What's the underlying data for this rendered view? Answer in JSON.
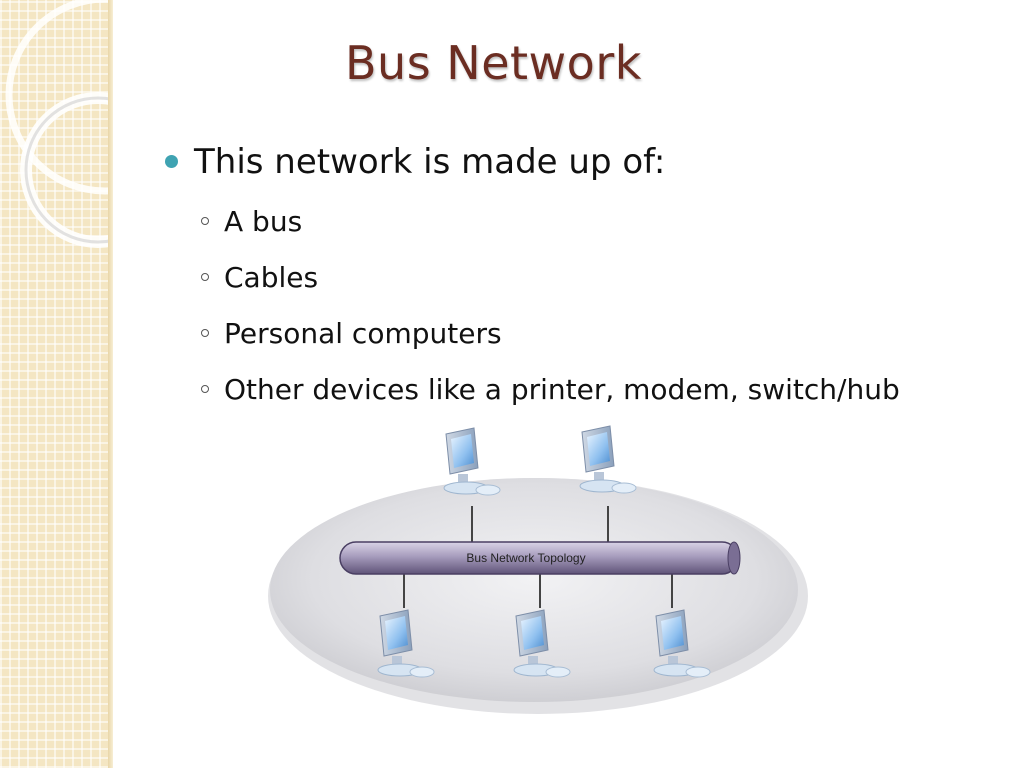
{
  "slide": {
    "title": "Bus Network",
    "bullet": "This network is made up of:",
    "subitems": [
      "A bus",
      "Cables",
      "Personal computers",
      "Other devices like a printer, modem, switch/hub"
    ]
  },
  "diagram": {
    "bus_label": "Bus Network Topology",
    "top_computers": 2,
    "bottom_computers": 3
  },
  "colors": {
    "title": "#6b2d22",
    "bullet_dot": "#3fa3b2",
    "sidebar": "#f4e6c3"
  }
}
